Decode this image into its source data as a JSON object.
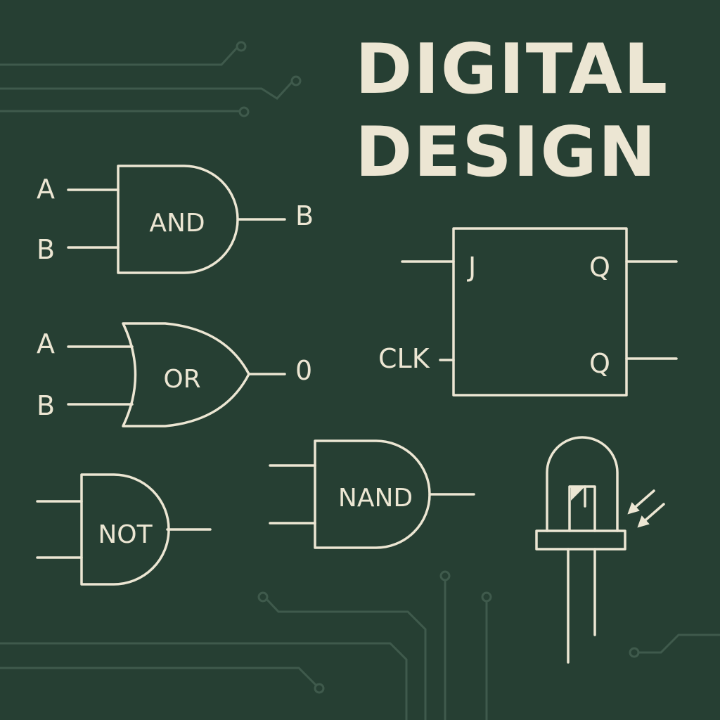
{
  "title": {
    "line1": "DIGITAL",
    "line2": "DESIGN"
  },
  "colors": {
    "background": "#263f33",
    "foreground": "#ece6d3",
    "trace": "#3f5a4c"
  },
  "and_gate": {
    "name": "AND",
    "inputs": [
      "A",
      "B"
    ],
    "output": "B"
  },
  "or_gate": {
    "name": "OR",
    "inputs": [
      "A",
      "B"
    ],
    "output": "0"
  },
  "not_gate": {
    "name": "NOT"
  },
  "nand_gate": {
    "name": "NAND"
  },
  "flip_flop": {
    "input_j": "J",
    "input_clk": "CLK",
    "output_q": "Q",
    "output_q2": "Q"
  },
  "icons": {
    "led": "led-icon"
  }
}
